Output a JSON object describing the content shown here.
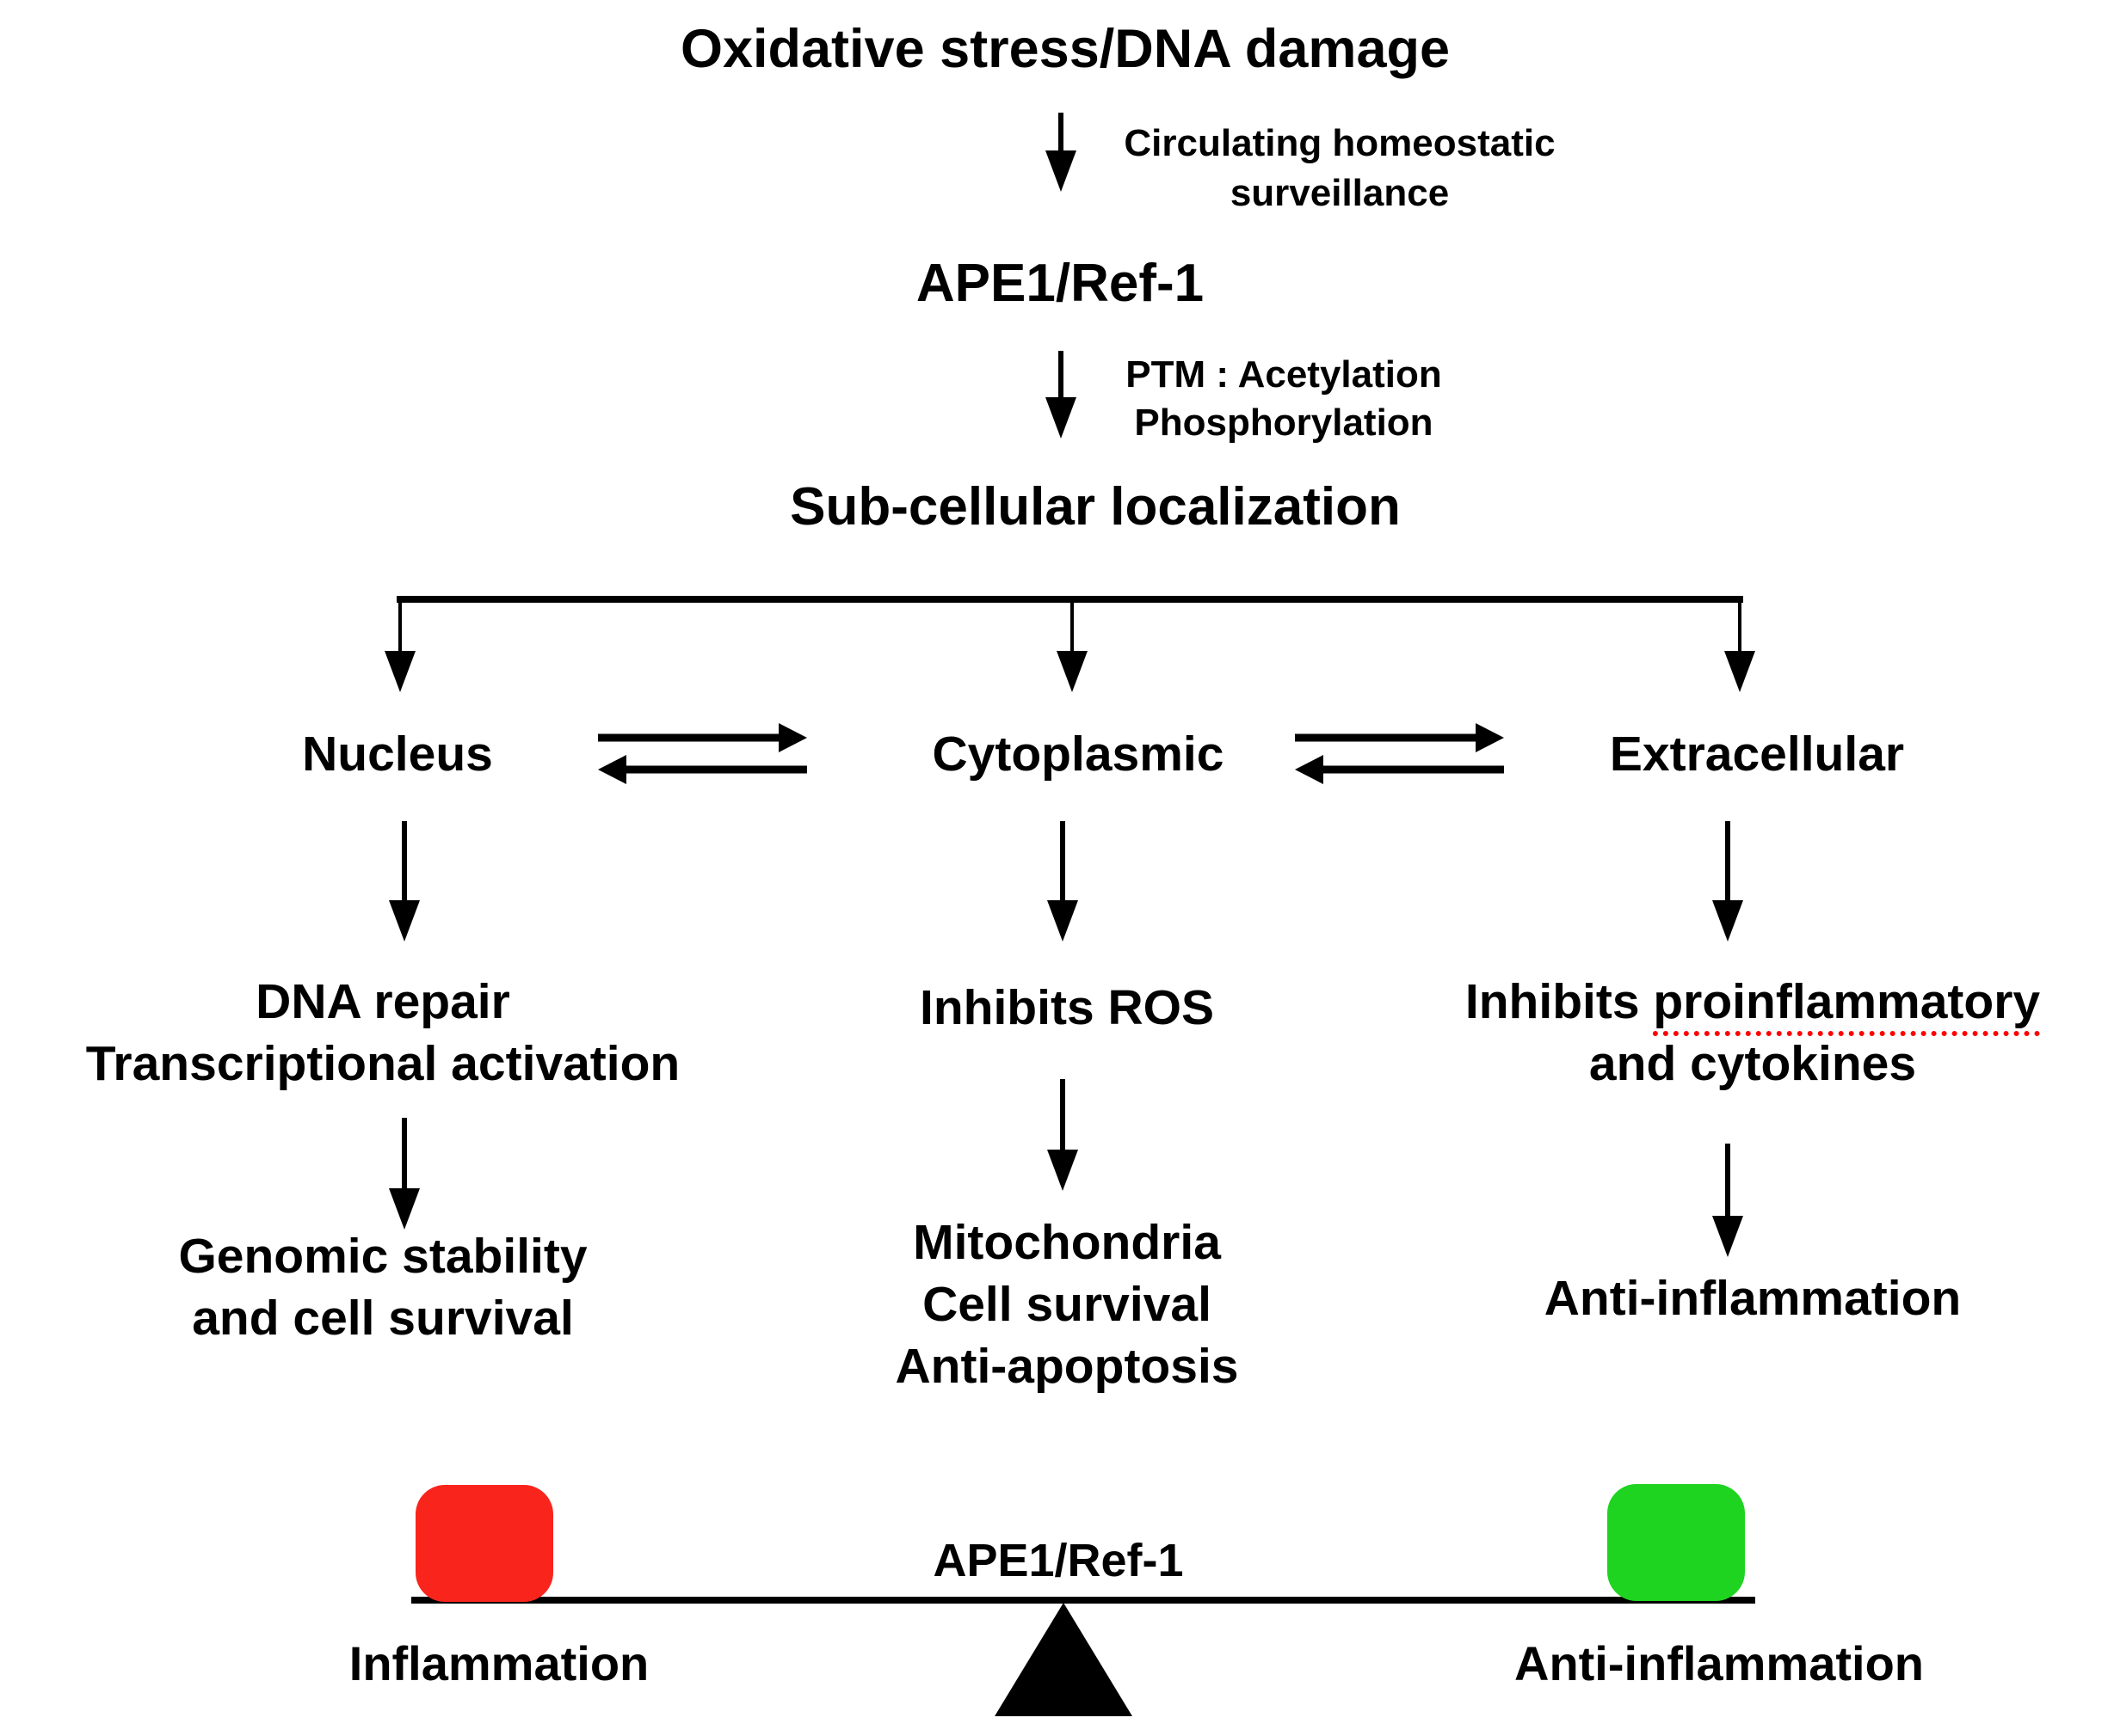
{
  "flow": {
    "title": "Oxidative stress/DNA damage",
    "surveillance_label": [
      "Circulating homeostatic",
      "surveillance"
    ],
    "protein": "APE1/Ref-1",
    "ptm_label": [
      "PTM : Acetylation",
      "Phosphorylation"
    ],
    "localization": "Sub-cellular localization",
    "nucleus": {
      "header": "Nucleus",
      "functions": [
        "DNA repair",
        "Transcriptional activation"
      ],
      "outcomes": [
        "Genomic stability",
        "and cell survival"
      ]
    },
    "cytoplasmic": {
      "header": "Cytoplasmic",
      "functions": [
        "Inhibits ROS"
      ],
      "outcomes": [
        "Mitochondria",
        "Cell survival",
        "Anti-apoptosis"
      ]
    },
    "extracellular": {
      "header": "Extracellular",
      "functions_prefix": "Inhibits ",
      "functions_underlined": "proinflammatory",
      "functions_line2": "and cytokines",
      "outcomes": [
        "Anti-inflammation"
      ]
    }
  },
  "balance": {
    "pivot_label": "APE1/Ref-1",
    "left_label": "Inflammation",
    "right_label": "Anti-inflammation"
  },
  "colors": {
    "text": "#000000",
    "spellcheck_underline": "#ff0000",
    "inflammation_block": "#f9251c",
    "anti_inflammation_block": "#1fd321",
    "fulcrum": "#29abe2"
  }
}
